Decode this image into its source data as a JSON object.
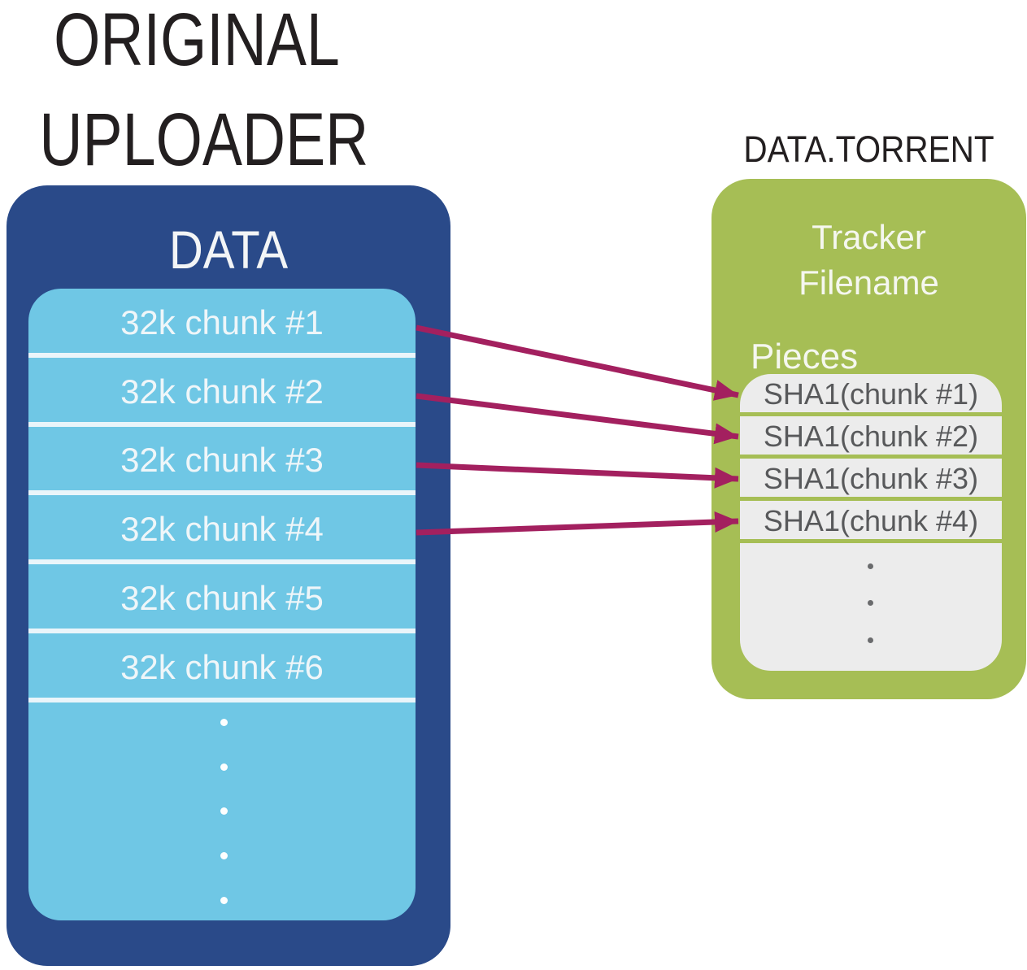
{
  "uploader": {
    "title_line1": "ORIGINAL",
    "title_line2": "UPLOADER",
    "data_label": "DATA",
    "chunks": [
      "32k chunk #1",
      "32k chunk #2",
      "32k chunk #3",
      "32k chunk #4",
      "32k chunk #5",
      "32k chunk #6"
    ]
  },
  "torrent": {
    "title": "DATA.TORRENT",
    "tracker_label": "Tracker",
    "filename_label": "Filename",
    "pieces_label": "Pieces",
    "hashes": [
      "SHA1(chunk #1)",
      "SHA1(chunk #2)",
      "SHA1(chunk #3)",
      "SHA1(chunk #4)"
    ]
  },
  "colors": {
    "uploader_box": "#2A4A89",
    "chunk_box": "#6FC7E5",
    "chunk_divider": "#EAF5FA",
    "torrent_box": "#A6BE55",
    "pieces_panel": "#ECECEC",
    "hash_text": "#58595B",
    "arrow": "#A3205F",
    "heading_text": "#231F20",
    "light_text": "#F3F5F6"
  }
}
